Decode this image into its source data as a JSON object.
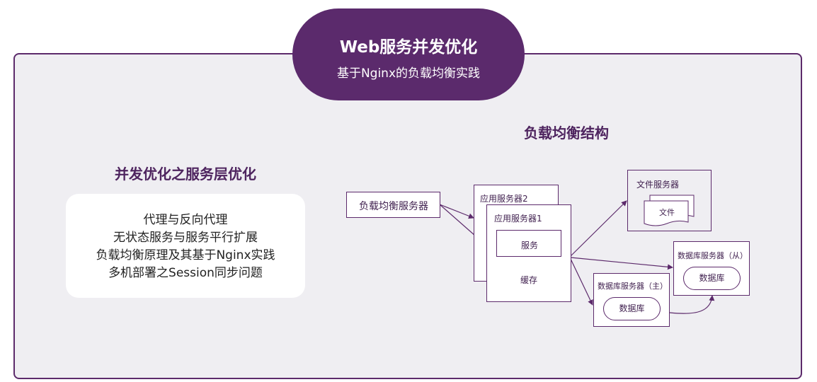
{
  "header": {
    "title": "Web服务并发优化",
    "subtitle": "基于Nginx的负载均衡实践"
  },
  "left": {
    "title": "并发优化之服务层优化",
    "items": [
      "代理与反向代理",
      "无状态服务与服务平行扩展",
      "负载均衡原理及其基于Nginx实践",
      "多机部署之Session同步问题"
    ]
  },
  "right": {
    "title": "负载均衡结构",
    "diagram": {
      "load_balancer": "负载均衡服务器",
      "app_server_2": "应用服务器2",
      "app_server_1": "应用服务器1",
      "service": "服务",
      "cache": "缓存",
      "file_server": "文件服务器",
      "file": "文件",
      "db_master": "数据库服务器（主）",
      "db_slave": "数据库服务器（从）",
      "database_master": "数据库",
      "database_slave": "数据库"
    }
  },
  "colors": {
    "accent": "#5b2a6c",
    "panel_bg": "#efeef2",
    "text_dark": "#4e245f"
  }
}
